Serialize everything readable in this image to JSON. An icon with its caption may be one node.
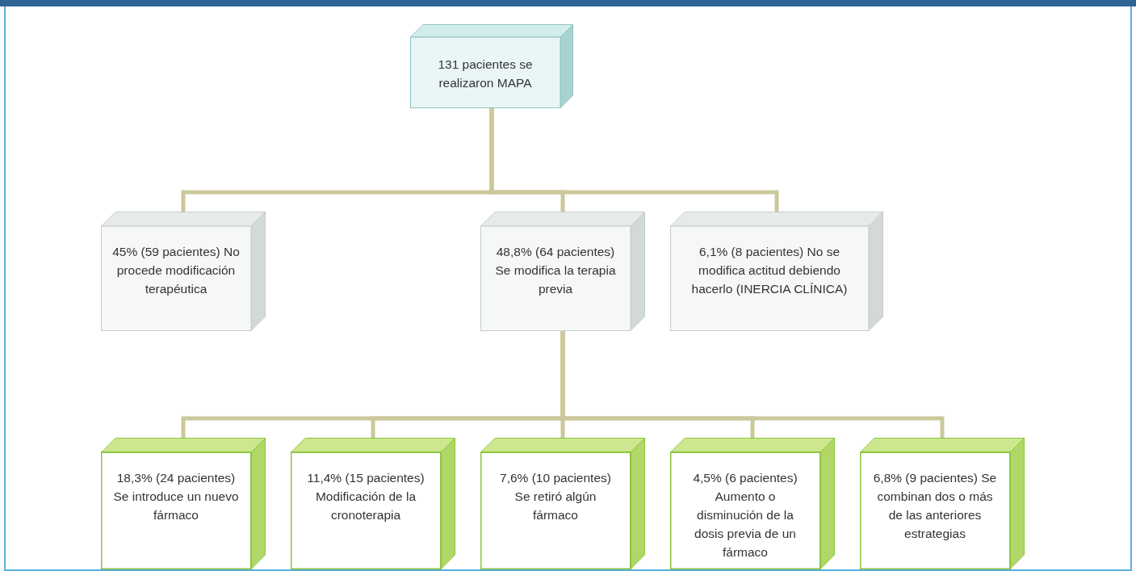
{
  "diagram": {
    "nodes": [
      {
        "text": [
          "131 pacientes se realizaron MAPA"
        ]
      },
      {
        "text": [
          "45% (59 pacientes) No procede modificación terapéutica"
        ]
      },
      {
        "text": [
          "48,8% (64 pacientes) Se modifica la terapia previa"
        ]
      },
      {
        "text": [
          "6,1% (8 pacientes) No se modifica actitud debiendo hacerlo (INERCIA CLÍNICA)"
        ]
      },
      {
        "text": [
          "18,3% (24 pacientes) Se introduce un nuevo fármaco"
        ]
      },
      {
        "text": [
          "11,4% (15 pacientes) Modificación de la cronoterapia"
        ]
      },
      {
        "text": [
          "7,6% (10 pacientes) Se retiró algún fármaco"
        ]
      },
      {
        "text": [
          "4,5% (6 pacientes) Aumento o disminución de la dosis previa de un fármaco"
        ]
      },
      {
        "text": [
          "6,8% (9 pacientes) Se combinan dos o más de las anteriores estrategias"
        ]
      }
    ],
    "edges": [
      {
        "from": 0,
        "to": 1,
        "arrow": "none"
      },
      {
        "from": 0,
        "to": 2,
        "arrow": "none"
      },
      {
        "from": 0,
        "to": 3,
        "arrow": "none"
      },
      {
        "from": 2,
        "to": 4,
        "arrow": "none"
      },
      {
        "from": 2,
        "to": 5,
        "arrow": "none"
      },
      {
        "from": 2,
        "to": 6,
        "arrow": "none"
      },
      {
        "from": 2,
        "to": 7,
        "arrow": "none"
      },
      {
        "from": 2,
        "to": 8,
        "arrow": "none"
      }
    ]
  }
}
